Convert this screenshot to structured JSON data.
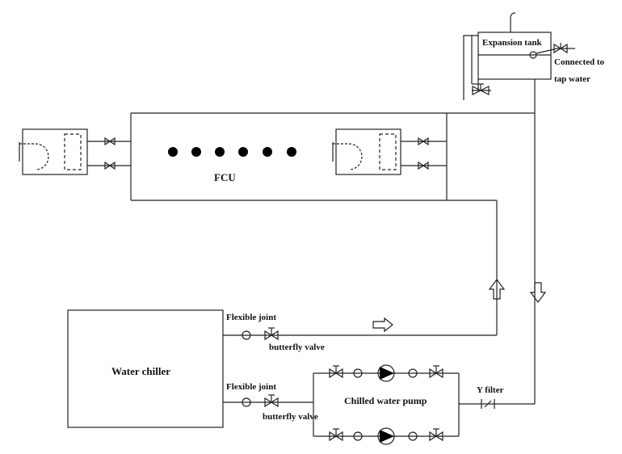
{
  "labels": {
    "expansion_tank": "Expansion tank",
    "tap_water_1": "Connected to",
    "tap_water_2": "tap water",
    "fcu": "FCU",
    "water_chiller": "Water chiller",
    "flexible_joint_top": "Flexible joint",
    "butterfly_valve_top": "butterfly valve",
    "flexible_joint_bottom": "Flexible joint",
    "butterfly_valve_bottom": "butterfly valve",
    "chilled_water_pump": "Chilled water pump",
    "y_filter": "Y filter"
  },
  "components": {
    "fcu_dots_count": 6,
    "pump_rows": 2
  },
  "colors": {
    "line": "#222222",
    "background": "#ffffff",
    "fill_dark": "#000000"
  }
}
